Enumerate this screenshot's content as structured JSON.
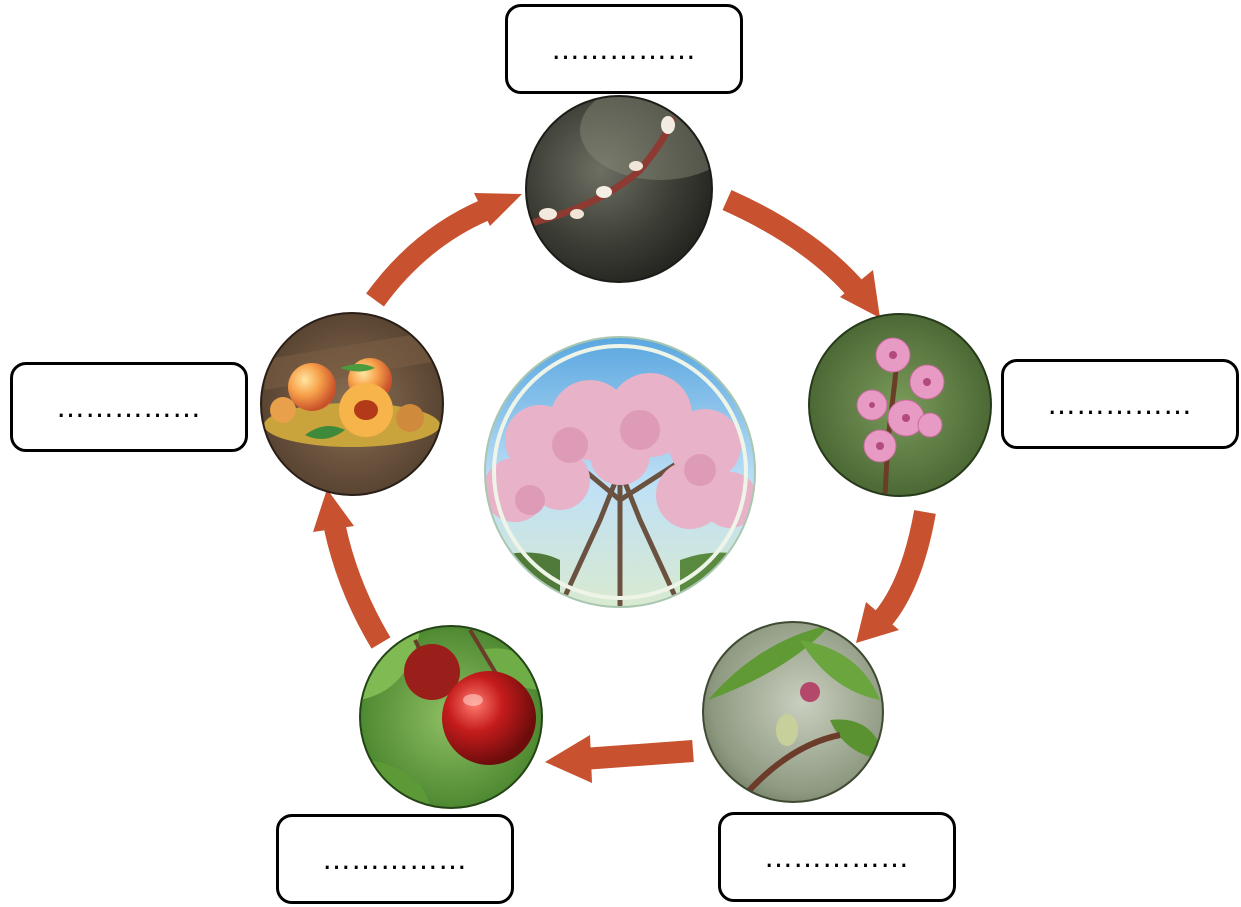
{
  "diagram": {
    "arrow_color": "#C8512F",
    "stages": [
      {
        "id": "bud",
        "icon": "bud-on-branch-photo",
        "label": "……………"
      },
      {
        "id": "flower",
        "icon": "peach-blossom-photo",
        "label": "……………"
      },
      {
        "id": "young-fruit",
        "icon": "young-fruit-photo",
        "label": "……………"
      },
      {
        "id": "fruit",
        "icon": "ripe-fruit-on-branch-photo",
        "label": "……………"
      },
      {
        "id": "harvest",
        "icon": "harvested-peaches-photo",
        "label": "……………"
      }
    ],
    "center": {
      "icon": "blossoming-tree-photo"
    }
  }
}
